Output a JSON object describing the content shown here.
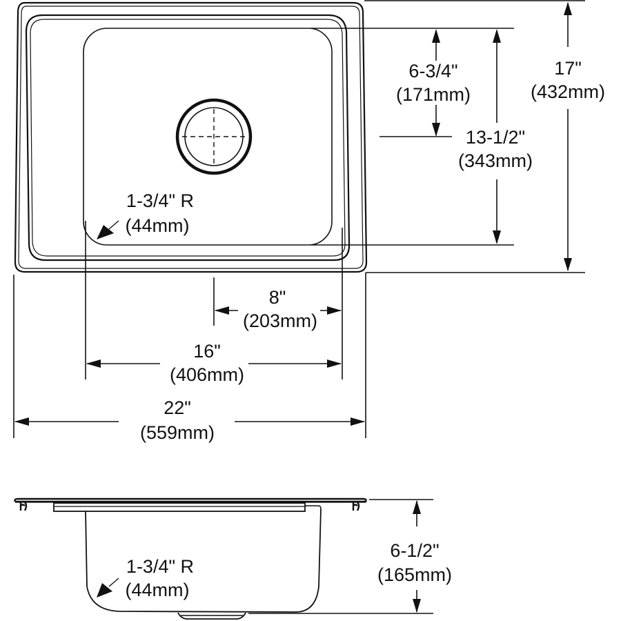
{
  "diagram": {
    "type": "technical-drawing",
    "subject": "single-bowl drop-in sink",
    "stroke_color": "#111111",
    "background_color": "#ffffff",
    "top_view": {
      "overall_width": {
        "inch": "22\"",
        "mm": "(559mm)"
      },
      "overall_depth": {
        "inch": "17\"",
        "mm": "(432mm)"
      },
      "bowl_width": {
        "inch": "16\"",
        "mm": "(406mm)"
      },
      "bowl_length": {
        "inch": "13-1/2\"",
        "mm": "(343mm)"
      },
      "drain_to_back": {
        "inch": "6-3/4\"",
        "mm": "(171mm)"
      },
      "drain_to_right": {
        "inch": "8\"",
        "mm": "(203mm)"
      },
      "corner_radius": {
        "inch": "1-3/4\" R",
        "mm": "(44mm)"
      }
    },
    "side_view": {
      "bowl_depth": {
        "inch": "6-1/2\"",
        "mm": "(165mm)"
      },
      "corner_radius": {
        "inch": "1-3/4\" R",
        "mm": "(44mm)"
      }
    }
  }
}
